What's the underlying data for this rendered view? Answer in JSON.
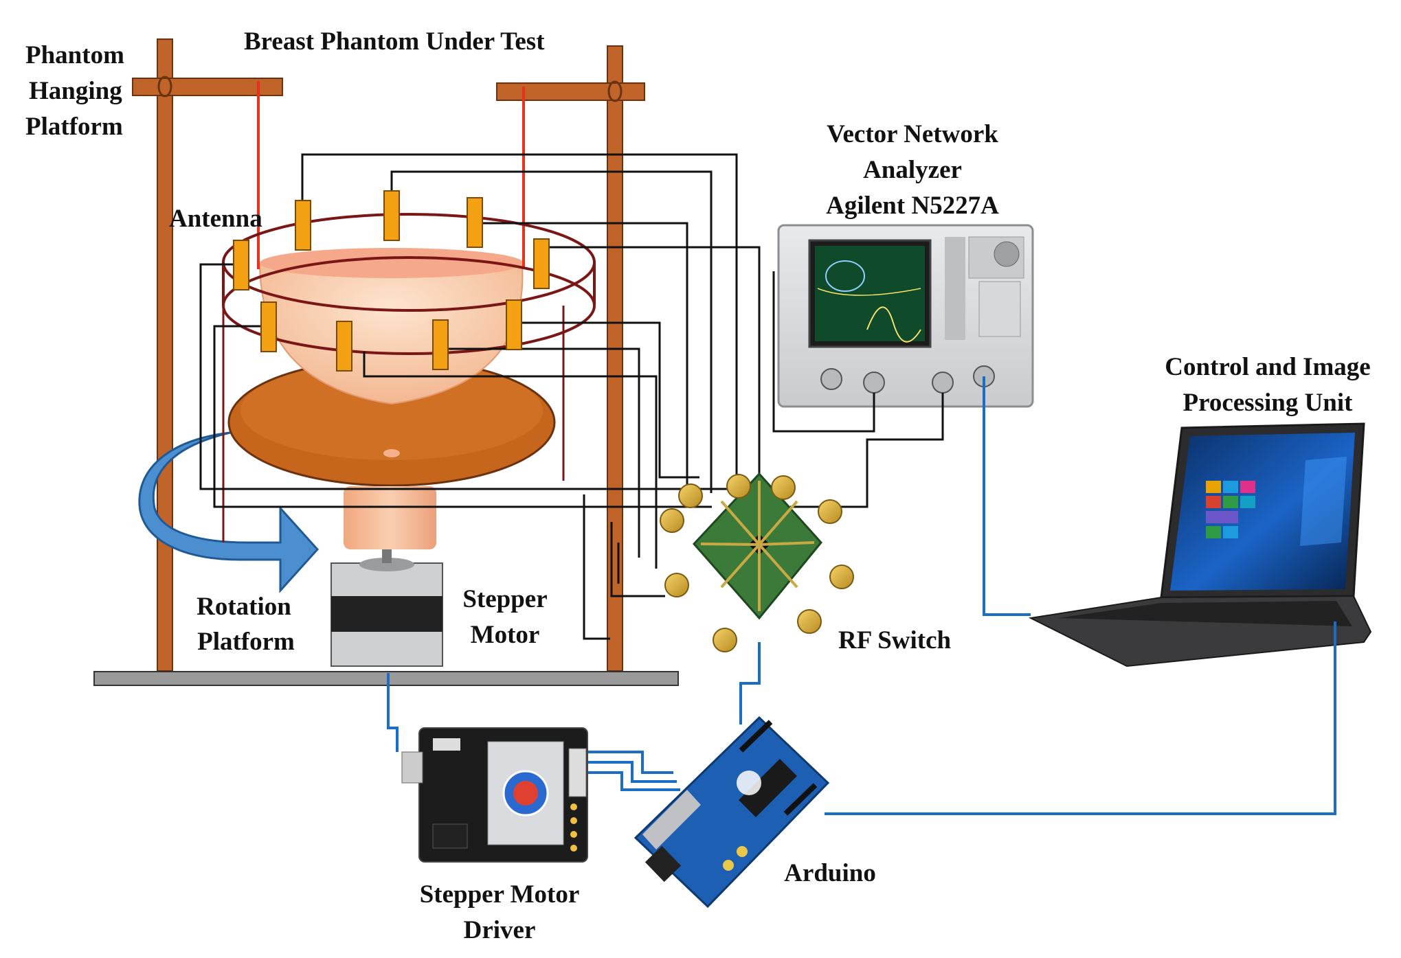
{
  "labels": {
    "phantom_hanging_platform": [
      "Phantom",
      "Hanging",
      "Platform"
    ],
    "breast_phantom_under_test": "Breast Phantom Under Test",
    "antenna": "Antenna",
    "vna": [
      "Vector Network",
      "Analyzer",
      "Agilent N5227A"
    ],
    "control_unit": [
      "Control and Image",
      "Processing Unit"
    ],
    "rotation_platform": [
      "Rotation",
      "Platform"
    ],
    "stepper_motor": [
      "Stepper",
      "Motor"
    ],
    "rf_switch": "RF Switch",
    "arduino": "Arduino",
    "stepper_motor_driver": [
      "Stepper Motor",
      "Driver"
    ]
  },
  "colors": {
    "frame": "#c0642a",
    "hanging_string": "#e8321e",
    "antenna": "#f3a012",
    "phantom": "#f8caa6",
    "platform": "#c6661c",
    "rotation_arrow": "#4b8fd1",
    "cable_black": "#111111",
    "cable_blue": "#1a6fc4",
    "instrument_body": "#d9dadc",
    "pcb_green": "#3c7a3a",
    "arduino_blue": "#1d5fb3"
  },
  "icons": {
    "vna": "vector-network-analyzer-icon",
    "laptop": "laptop-icon",
    "rf_switch": "rf-switch-board-icon",
    "arduino": "arduino-board-icon",
    "driver": "stepper-driver-board-icon",
    "motor": "stepper-motor-icon",
    "rotation": "rotation-arrow-icon"
  }
}
